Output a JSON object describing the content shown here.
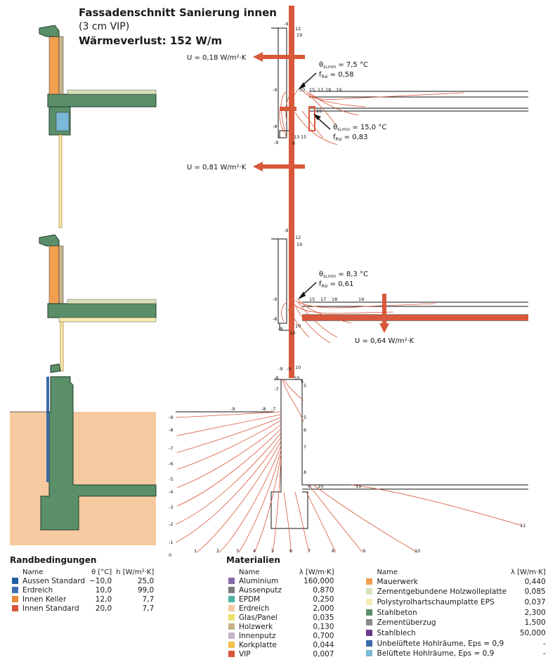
{
  "title": {
    "line1": "Fassadenschnitt Sanierung innen",
    "line2": "(3 cm VIP)",
    "line3": "Wärmeverlust: 152 W/m"
  },
  "annotations": {
    "u1": "U = 0,18 W/m²·K",
    "u2": "U = 0,81 W/m²·K",
    "u3": "U = 0,64 W/m²·K",
    "theta_sym": "θ",
    "theta_sub": "si,min",
    "f_sym": "f",
    "f_sub": "Rsi",
    "t1_theta": " = 7,5 °C",
    "t1_f": " = 0,58",
    "t2_theta": " = 15,0 °C",
    "t2_f": " = 0,83",
    "t3_theta": " = 8,3 °C",
    "t3_f": " = 0,61"
  },
  "isotherm_labels": {
    "top": [
      "-9",
      "12",
      "19",
      "-9",
      "10",
      "15",
      "17",
      "18",
      "19",
      "19",
      "-8",
      "13",
      "15",
      "-9",
      "6"
    ],
    "mid": [
      "-9",
      "12",
      "19",
      "-9",
      "15",
      "17",
      "18",
      "19",
      "-8",
      "-9",
      "10",
      "10"
    ],
    "base_top": [
      "-9",
      "-9",
      "10",
      "-8",
      "10",
      "-7",
      "5",
      "5"
    ],
    "left_col": [
      "-9",
      "-8",
      "-7",
      "-6",
      "-5",
      "-4",
      "-3",
      "-2",
      "-1",
      "0"
    ],
    "bottom": [
      "1",
      "2",
      "3",
      "4",
      "5",
      "6",
      "7",
      "8",
      "9",
      "10"
    ],
    "wall_right": [
      "5",
      "6",
      "7",
      "8"
    ],
    "ground_line": [
      "-9",
      "-8",
      "-7"
    ],
    "floor": [
      "9",
      "10",
      "11",
      "11"
    ]
  },
  "randbedingungen": {
    "heading": "Randbedingungen",
    "col_name": "Name",
    "col_theta": "θ [°C]",
    "col_h": "h [W/m²·K]",
    "rows": [
      {
        "name": "Aussen Standard",
        "theta": "−10,0",
        "h": "25,0",
        "color": "#1f5fa6"
      },
      {
        "name": "Erdreich",
        "theta": "10,0",
        "h": "99,0",
        "color": "#3f6fb0"
      },
      {
        "name": "Innen Keller",
        "theta": "12,0",
        "h": "7,7",
        "color": "#e8893a"
      },
      {
        "name": "Innen Standard",
        "theta": "20,0",
        "h": "7,7",
        "color": "#d9573a"
      }
    ]
  },
  "materialien": {
    "heading": "Materialien",
    "col_name": "Name",
    "col_lambda": "λ [W/m·K]",
    "left": [
      {
        "name": "Aluminium",
        "lambda": "160,000",
        "color": "#8a6aa8"
      },
      {
        "name": "Aussenputz",
        "lambda": "0,870",
        "color": "#7a7a7a"
      },
      {
        "name": "EPDM",
        "lambda": "0,250",
        "color": "#4fb3a0"
      },
      {
        "name": "Erdreich",
        "lambda": "2,000",
        "color": "#f6c9a0"
      },
      {
        "name": "Glas/Panel",
        "lambda": "0,035",
        "color": "#e8e26a"
      },
      {
        "name": "Holzwerk",
        "lambda": "0,130",
        "color": "#c8b48a"
      },
      {
        "name": "Innenputz",
        "lambda": "0,700",
        "color": "#c8b4cc"
      },
      {
        "name": "Korkplatte",
        "lambda": "0,044",
        "color": "#f2c04a"
      },
      {
        "name": "VIP",
        "lambda": "0,007",
        "color": "#d9573a"
      }
    ],
    "right": [
      {
        "name": "Mauerwerk",
        "lambda": "0,440",
        "color": "#f0a050"
      },
      {
        "name": "Zementgebundene Holzwolleplatte",
        "lambda": "0,085",
        "color": "#d8e0b8"
      },
      {
        "name": "Polystyrolhartschaumplatte EPS",
        "lambda": "0,037",
        "color": "#f5ecb0"
      },
      {
        "name": "Stahlbeton",
        "lambda": "2,300",
        "color": "#5a8f6a"
      },
      {
        "name": "Zementüberzug",
        "lambda": "1,500",
        "color": "#8a8a8a"
      },
      {
        "name": "Stahlblech",
        "lambda": "50,000",
        "color": "#6a3a8a"
      },
      {
        "name": "Unbelüftete Hohlräume, Eps = 0,9",
        "lambda": "-",
        "color": "#3a6aa8"
      },
      {
        "name": "Belüftete Hohlräume, Eps = 0,9",
        "lambda": "-",
        "color": "#7ab8d8"
      }
    ]
  }
}
